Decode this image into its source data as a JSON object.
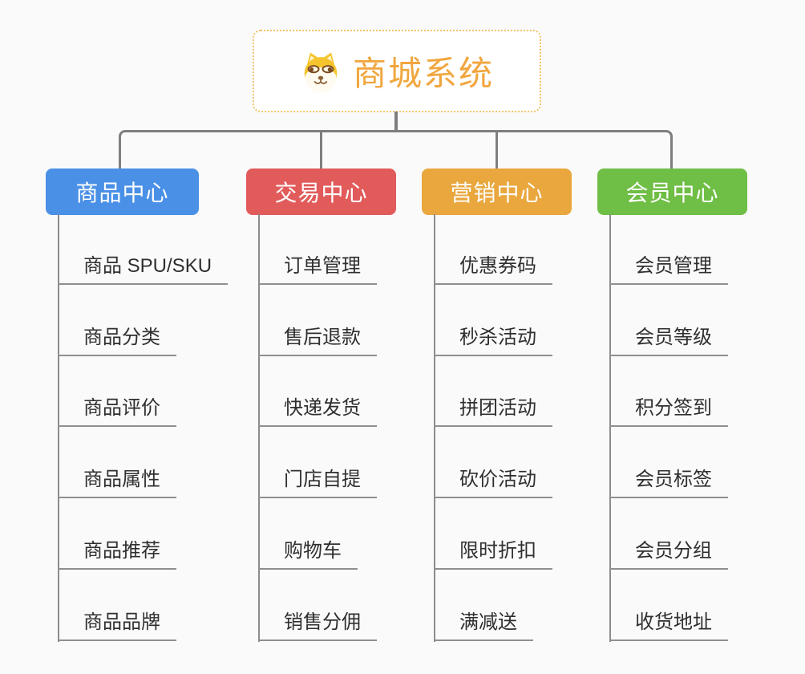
{
  "root": {
    "title": "商城系统",
    "icon": "dog-icon"
  },
  "branches": [
    {
      "label": "商品中心",
      "color": "#4a90e6",
      "children": [
        "商品 SPU/SKU",
        "商品分类",
        "商品评价",
        "商品属性",
        "商品推荐",
        "商品品牌"
      ]
    },
    {
      "label": "交易中心",
      "color": "#e25b5b",
      "children": [
        "订单管理",
        "售后退款",
        "快递发货",
        "门店自提",
        "购物车",
        "销售分佣"
      ]
    },
    {
      "label": "营销中心",
      "color": "#e9a73e",
      "children": [
        "优惠券码",
        "秒杀活动",
        "拼团活动",
        "砍价活动",
        "限时折扣",
        "满减送"
      ]
    },
    {
      "label": "会员中心",
      "color": "#6fbe45",
      "children": [
        "会员管理",
        "会员等级",
        "积分签到",
        "会员标签",
        "会员分组",
        "收货地址"
      ]
    }
  ],
  "colors": {
    "root_title": "#f1a63e",
    "root_border": "#f2c36b",
    "connector": "#7e7e7e",
    "leaf_underline": "#8f8f8f",
    "leaf_text": "#2f2f2f",
    "background": "#fafafa"
  }
}
